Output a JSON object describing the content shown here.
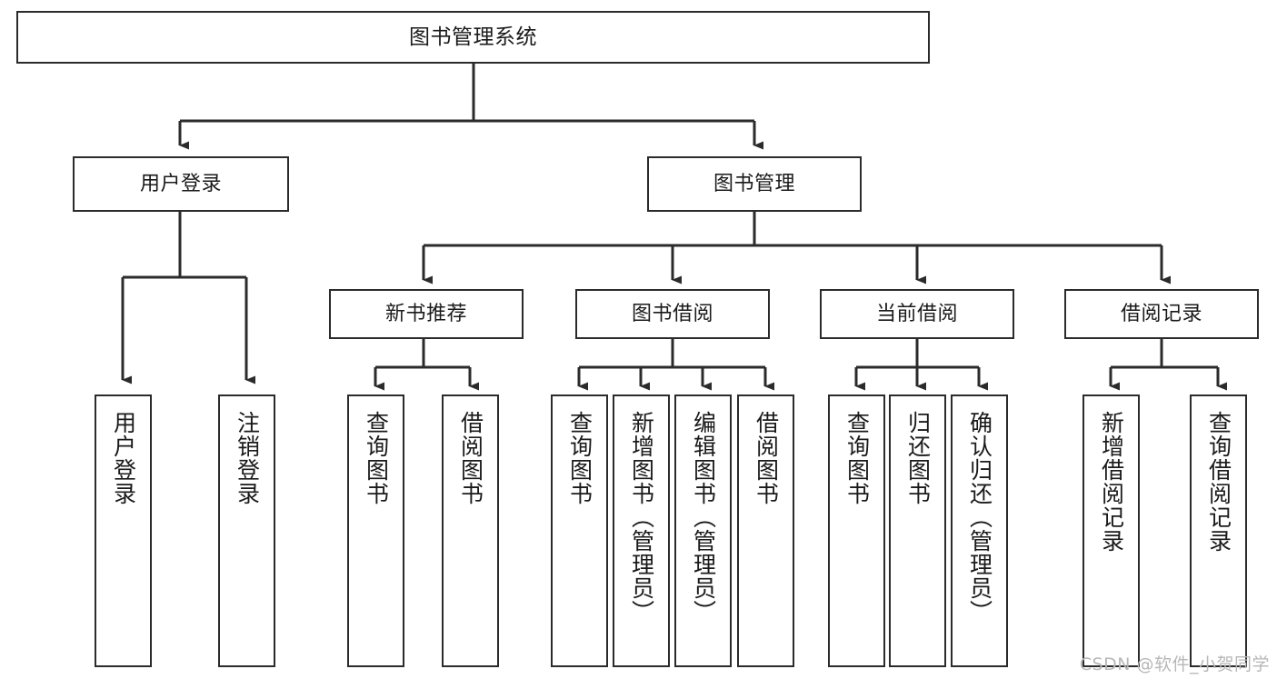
{
  "diagram": {
    "title": "图书管理系统",
    "watermark": "CSDN @软件_小贺同学",
    "stroke_color": "#2b2b2b",
    "fill_color": "#ffffff",
    "text_color": "#1a1a1a",
    "watermark_color": "#b7b7b7"
  },
  "nodes": {
    "root": {
      "label": "图书管理系统"
    },
    "level1": [
      {
        "id": "user-login",
        "label": "用户登录"
      },
      {
        "id": "book-manage",
        "label": "图书管理"
      }
    ],
    "level2": [
      {
        "id": "new-book-rec",
        "label": "新书推荐"
      },
      {
        "id": "book-borrow",
        "label": "图书借阅"
      },
      {
        "id": "current-borrow",
        "label": "当前借阅"
      },
      {
        "id": "borrow-record",
        "label": "借阅记录"
      }
    ],
    "leaves": {
      "user_login": [
        {
          "id": "leaf-user-login",
          "label": "用户登录"
        },
        {
          "id": "leaf-logout",
          "label": "注销登录"
        }
      ],
      "new_book_rec": [
        {
          "id": "leaf-query-book-1",
          "label": "查询图书"
        },
        {
          "id": "leaf-borrow-book-1",
          "label": "借阅图书"
        }
      ],
      "book_borrow": [
        {
          "id": "leaf-query-book-2",
          "label": "查询图书"
        },
        {
          "id": "leaf-add-book",
          "label": "新增图书（管理员）"
        },
        {
          "id": "leaf-edit-book",
          "label": "编辑图书（管理员）"
        },
        {
          "id": "leaf-borrow-book-2",
          "label": "借阅图书"
        }
      ],
      "current_borrow": [
        {
          "id": "leaf-query-book-3",
          "label": "查询图书"
        },
        {
          "id": "leaf-return-book",
          "label": "归还图书"
        },
        {
          "id": "leaf-confirm-return",
          "label": "确认归还（管理员）"
        }
      ],
      "borrow_record": [
        {
          "id": "leaf-add-record",
          "label": "新增借阅记录"
        },
        {
          "id": "leaf-query-record",
          "label": "查询借阅记录"
        }
      ]
    }
  }
}
